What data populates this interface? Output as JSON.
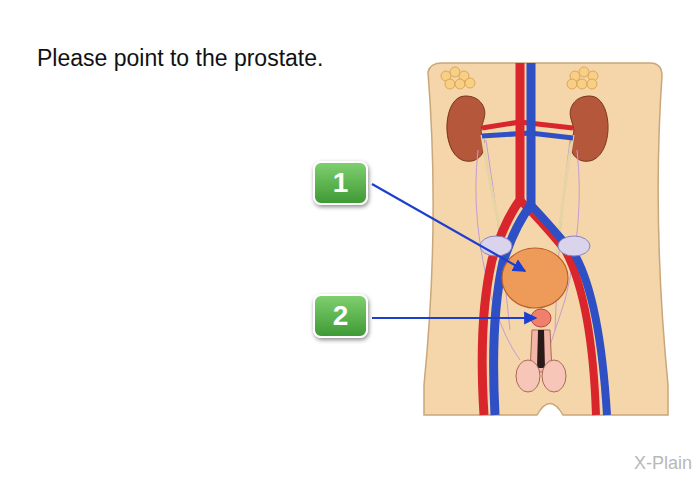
{
  "diagram": {
    "title": "Please point to the prostate.",
    "nodes": [
      {
        "text": [
          "1"
        ]
      },
      {
        "text": [
          "2"
        ]
      }
    ],
    "labels": [
      "X-Plain"
    ]
  }
}
